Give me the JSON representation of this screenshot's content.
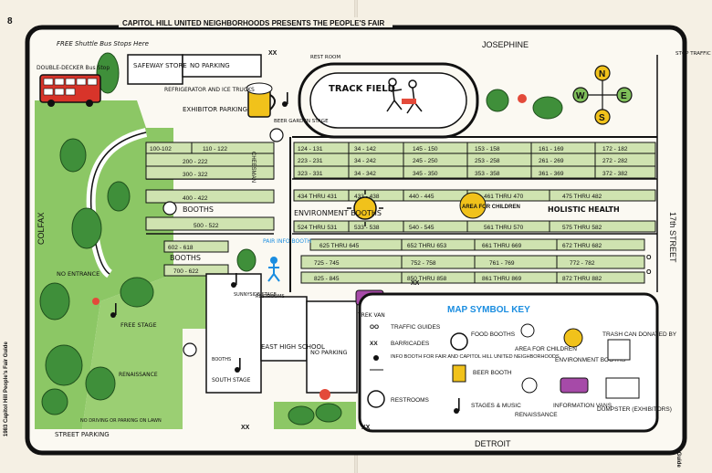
{
  "page_number": "8",
  "banner": "CAPITOL HILL UNITED NEIGHBORHOODS PRESENTS THE PEOPLE'S FAIR",
  "side_text": "1983 Capitol Hill People's Fair Guide",
  "margin_text": "STOP TRAFFIC",
  "streets": {
    "top": "JOSEPHINE",
    "bottom": "DETROIT",
    "left": "COLFAX",
    "right": "17th STREET",
    "vertical": "CHEESMAN"
  },
  "labels": {
    "shuttle": "FREE Shuttle Bus Stops Here",
    "bus": "DOUBLE-DECKER Bus Stop",
    "safeway": "SAFEWAY STORE",
    "no_parking_top": "NO PARKING",
    "rest_room": "REST ROOM",
    "refrig": "REFRIGERATOR AND ICE TRUCKS",
    "exhibitor": "EXHIBITOR PARKING",
    "beer_stage": "BEER GARDEN STAGE",
    "track": "TRACK FIELD",
    "booths_left": "BOOTHS",
    "env_booths": "ENVIRONMENT BOOTHS",
    "holistic": "HOLISTIC HEALTH",
    "area_children": "AREA FOR CHILDREN",
    "info_booth": "PAIR INFO BOOTH",
    "booths_lower": "BOOTHS",
    "no_entrance": "NO ENTRANCE",
    "free_stage": "FREE STAGE",
    "sunnyside_stage": "SUNNYSIDE STAGE",
    "restrooms": "RESTROOMS",
    "trek_van": "TREK VAN",
    "east_high": "EAST HIGH SCHOOL",
    "no_parking_mid": "NO PARKING",
    "renaissance": "RENAISSANCE",
    "south_stage": "SOUTH STAGE",
    "south_booths": "BOOTHS",
    "no_driving": "NO DRIVING OR PARKING ON LAWN",
    "street_parking": "STREET PARKING",
    "compass": [
      "N",
      "E",
      "S",
      "W"
    ]
  },
  "block_rows": [
    [
      "100-102",
      "110 - 122"
    ],
    [
      "200 - 222"
    ],
    [
      "300 - 322"
    ],
    [
      "124 - 131",
      "34 - 142",
      "145 - 150",
      "153 - 158",
      "161 - 169",
      "172 - 182"
    ],
    [
      "223 - 231",
      "34 - 242",
      "245 - 250",
      "253 - 258",
      "261 - 269",
      "272 - 282"
    ],
    [
      "323 - 331",
      "34 - 342",
      "345 - 350",
      "353 - 358",
      "361 - 369",
      "372 - 382"
    ],
    [
      "400 - 422"
    ],
    [
      "500 - 522"
    ],
    [
      "434 THRU 431",
      "433 - 438",
      "440 - 445",
      "461 THRU 470",
      "475 THRU 482"
    ],
    [
      "524 THRU 531",
      "533 - 538",
      "540 - 545",
      "561 THRU 570",
      "575 THRU 582"
    ],
    [
      "602 - 618",
      "700 - 622"
    ],
    [
      "625 THRU 645",
      "652 THRU 653",
      "661 THRU 669",
      "672 THRU 682"
    ],
    [
      "725 - 745",
      "752 - 758",
      "761 - 769",
      "772 - 782"
    ],
    [
      "825 - 845",
      "850 THRU 858",
      "861 THRU 869",
      "872 THRU 882"
    ]
  ],
  "key": {
    "title": "MAP SYMBOL KEY",
    "items": [
      {
        "icon": "traffic-guides-icon",
        "label": "TRAFFIC GUIDES"
      },
      {
        "icon": "barricades-icon",
        "label": "BARRICADES"
      },
      {
        "icon": "info-booth-icon",
        "label": "INFO BOOTH FOR FAIR AND CAPITOL HILL UNITED NEIGHBORHOODS"
      },
      {
        "icon": "restrooms-icon",
        "label": "RESTROOMS"
      },
      {
        "icon": "food-booths-icon",
        "label": "FOOD BOOTHS"
      },
      {
        "icon": "beer-booth-icon",
        "label": "BEER BOOTH"
      },
      {
        "icon": "stages-icon",
        "label": "STAGES & MUSIC"
      },
      {
        "icon": "children-area-icon",
        "label": "AREA FOR CHILDREN"
      },
      {
        "icon": "renaissance-icon",
        "label": "RENAISSANCE"
      },
      {
        "icon": "environment-icon",
        "label": "ENVIRONMENT BOOTHS"
      },
      {
        "icon": "info-vans-icon",
        "label": "INFORMATION VANS"
      },
      {
        "icon": "trash-icon",
        "label": "TRASH CAN DONATED BY"
      },
      {
        "icon": "dumpster-icon",
        "label": "DUMPSTER (EXHIBITORS)"
      }
    ]
  },
  "colors": {
    "grass": "#7fbf5a",
    "booth": "#cfe3b0",
    "tree": "#3f8f3a",
    "sun": "#f1c21b",
    "key_title": "#1a8de0"
  }
}
